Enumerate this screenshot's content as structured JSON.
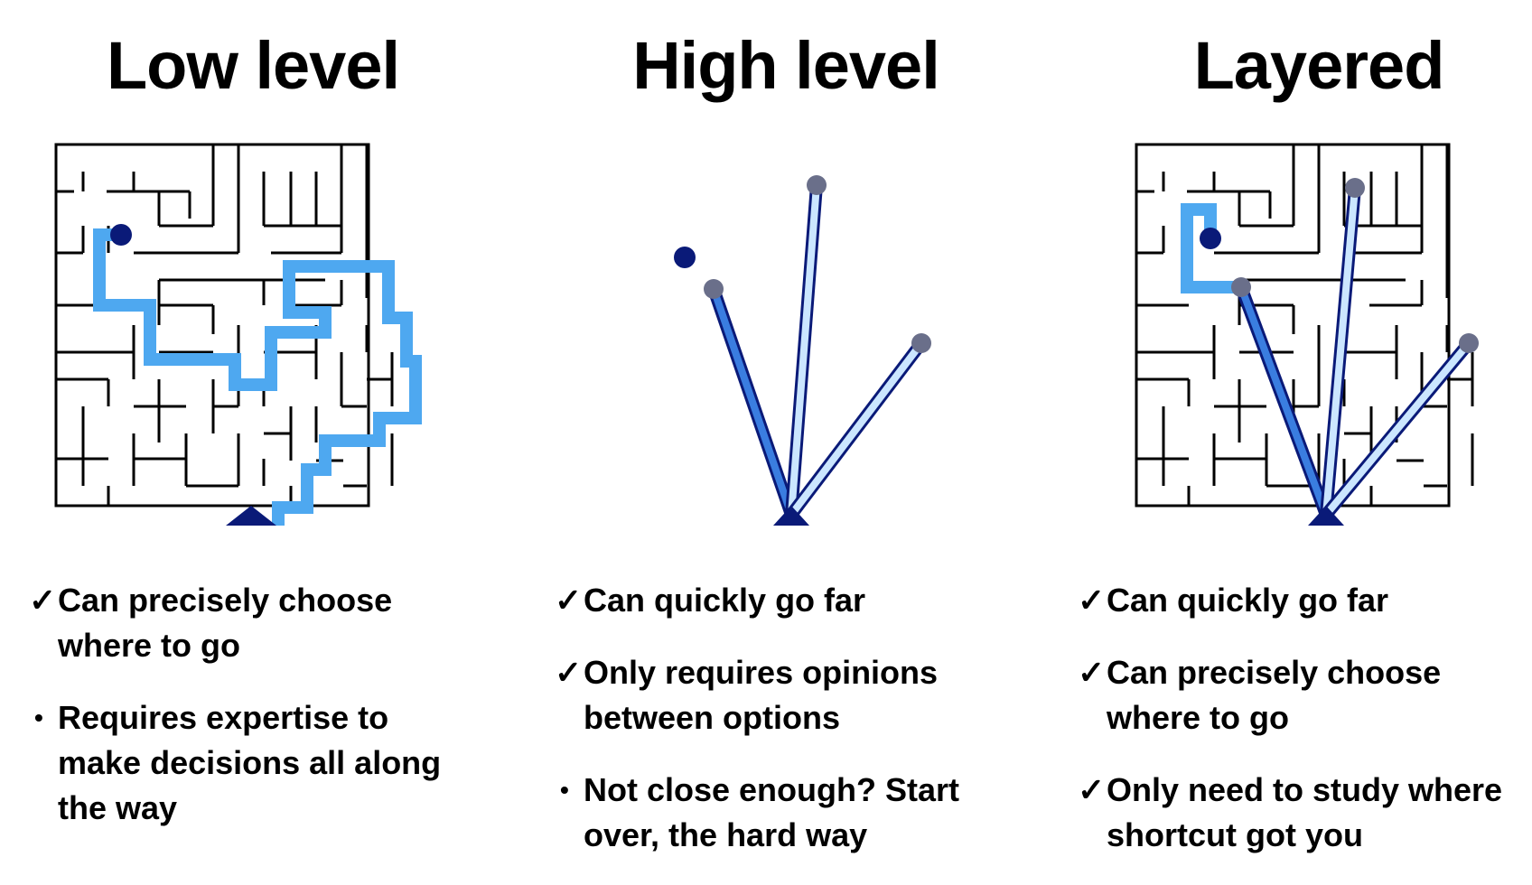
{
  "columns": [
    {
      "title": "Low level",
      "items": [
        {
          "mark": "✓",
          "kind": "check",
          "text": "Can precisely choose where to go"
        },
        {
          "mark": "•",
          "kind": "bullet",
          "text": "Requires expertise to make decisions all along the way"
        }
      ]
    },
    {
      "title": "High level",
      "items": [
        {
          "mark": "✓",
          "kind": "check",
          "text": "Can quickly go far"
        },
        {
          "mark": "✓",
          "kind": "check",
          "text": "Only requires opinions between options"
        },
        {
          "mark": "•",
          "kind": "bullet",
          "text": "Not close enough? Start over, the hard way"
        }
      ]
    },
    {
      "title": "Layered",
      "items": [
        {
          "mark": "✓",
          "kind": "check",
          "text": "Can quickly go far"
        },
        {
          "mark": "✓",
          "kind": "check",
          "text": "Can precisely choose where to go"
        },
        {
          "mark": "✓",
          "kind": "check",
          "text": "Only need to study where shortcut got you"
        }
      ]
    }
  ],
  "colors": {
    "maze_wall": "#000000",
    "path": "#4ea8f0",
    "goal": "#0a1a78",
    "start": "#0a1a78",
    "shortcut_selected_fill": "#3a7de0",
    "shortcut_fill": "#cbe6ff",
    "shortcut_outline": "#0a1a78",
    "option_end": "#6a6f8a"
  }
}
